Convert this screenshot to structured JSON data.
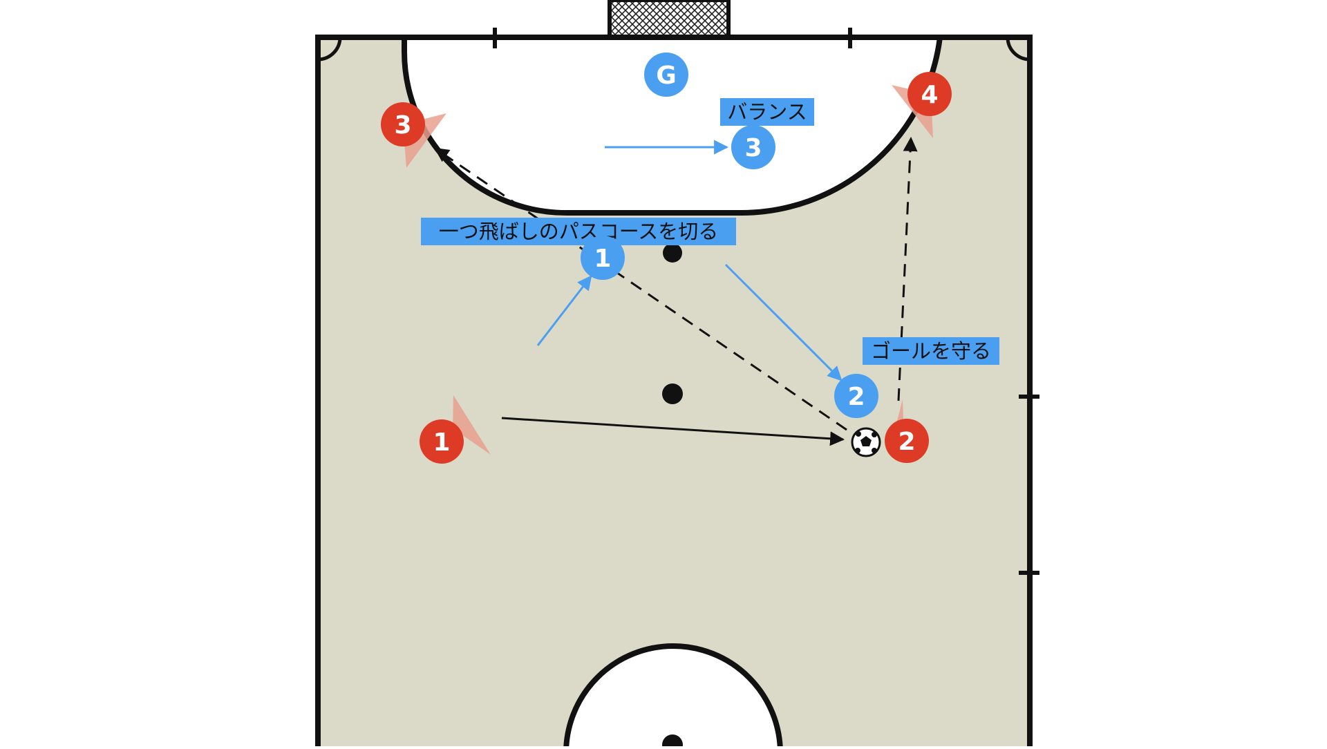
{
  "colors": {
    "court": "#dbd9c7",
    "area": "#ffffff",
    "line": "#111111",
    "net": "#222222",
    "defender": "#4a9ff0",
    "attacker": "#dd3b26",
    "attacker_cone": "#e9a08e",
    "label_bg": "#4a9ff0",
    "label_text": "#111111",
    "pass_line": "#111111",
    "move_line": "#4a9ff0"
  },
  "defenders": [
    {
      "id": "def-g",
      "label": "G"
    },
    {
      "id": "def-1",
      "label": "1"
    },
    {
      "id": "def-2",
      "label": "2"
    },
    {
      "id": "def-3",
      "label": "3"
    }
  ],
  "attackers": [
    {
      "id": "att-1",
      "label": "1"
    },
    {
      "id": "att-2",
      "label": "2"
    },
    {
      "id": "att-3",
      "label": "3"
    },
    {
      "id": "att-4",
      "label": "4"
    }
  ],
  "labels": {
    "balance": "バランス",
    "cut_pass": "一つ飛ばしのパスコースを切る",
    "protect_goal": "ゴールを守る"
  },
  "ball_icon": "soccer-ball-icon"
}
